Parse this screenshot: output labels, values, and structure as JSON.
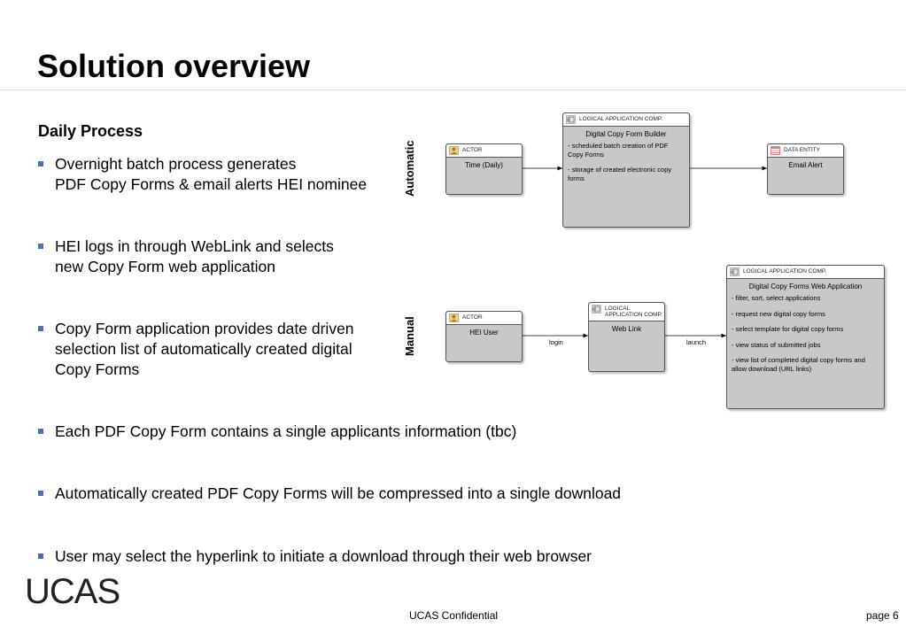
{
  "title": "Solution overview",
  "subhead": "Daily Process",
  "bullets": [
    "Overnight batch process generates\nPDF Copy Forms & email alerts HEI nominee",
    "HEI logs in through WebLink and selects\nnew Copy Form web application",
    "Copy Form application provides date driven\nselection list of automatically created digital\nCopy Forms",
    "Each PDF Copy Form contains a single applicants information (tbc)",
    "Automatically created PDF Copy Forms will be compressed into a single download",
    "User may select the hyperlink to initiate a download through their web browser"
  ],
  "diagram": {
    "lanes": {
      "automatic": "Automatic",
      "manual": "Manual"
    },
    "actor_time": {
      "kind": "ACTOR",
      "name": "Time (Daily)"
    },
    "copy_form_builder": {
      "kind": "LOGICAL APPLICATION COMP.",
      "name": "Digital Copy Form Builder",
      "items": [
        "- scheduled batch creation of PDF Copy Forms",
        "- storage of created electronic copy forms"
      ]
    },
    "email_alert": {
      "kind": "DATA ENTITY",
      "name": "Email Alert"
    },
    "actor_hei": {
      "kind": "ACTOR",
      "name": "HEI User"
    },
    "web_link": {
      "kind": "LOGICAL\nAPPLICATION COMP.",
      "name": "Web Link"
    },
    "web_app": {
      "kind": "LOGICAL APPLICATION COMP.",
      "name": "Digital Copy Forms Web Application",
      "items": [
        "- filter, sort, select applications",
        "- request new digital copy forms",
        "- select template for digital copy forms",
        "- view status of submitted jobs",
        "- view list of completed digital copy forms and allow download (URL links)"
      ]
    },
    "edges": {
      "login": "login",
      "launch": "launch"
    }
  },
  "logo_text": "UCAS",
  "footer": {
    "confidential": "UCAS Confidential",
    "page": "page 6"
  }
}
